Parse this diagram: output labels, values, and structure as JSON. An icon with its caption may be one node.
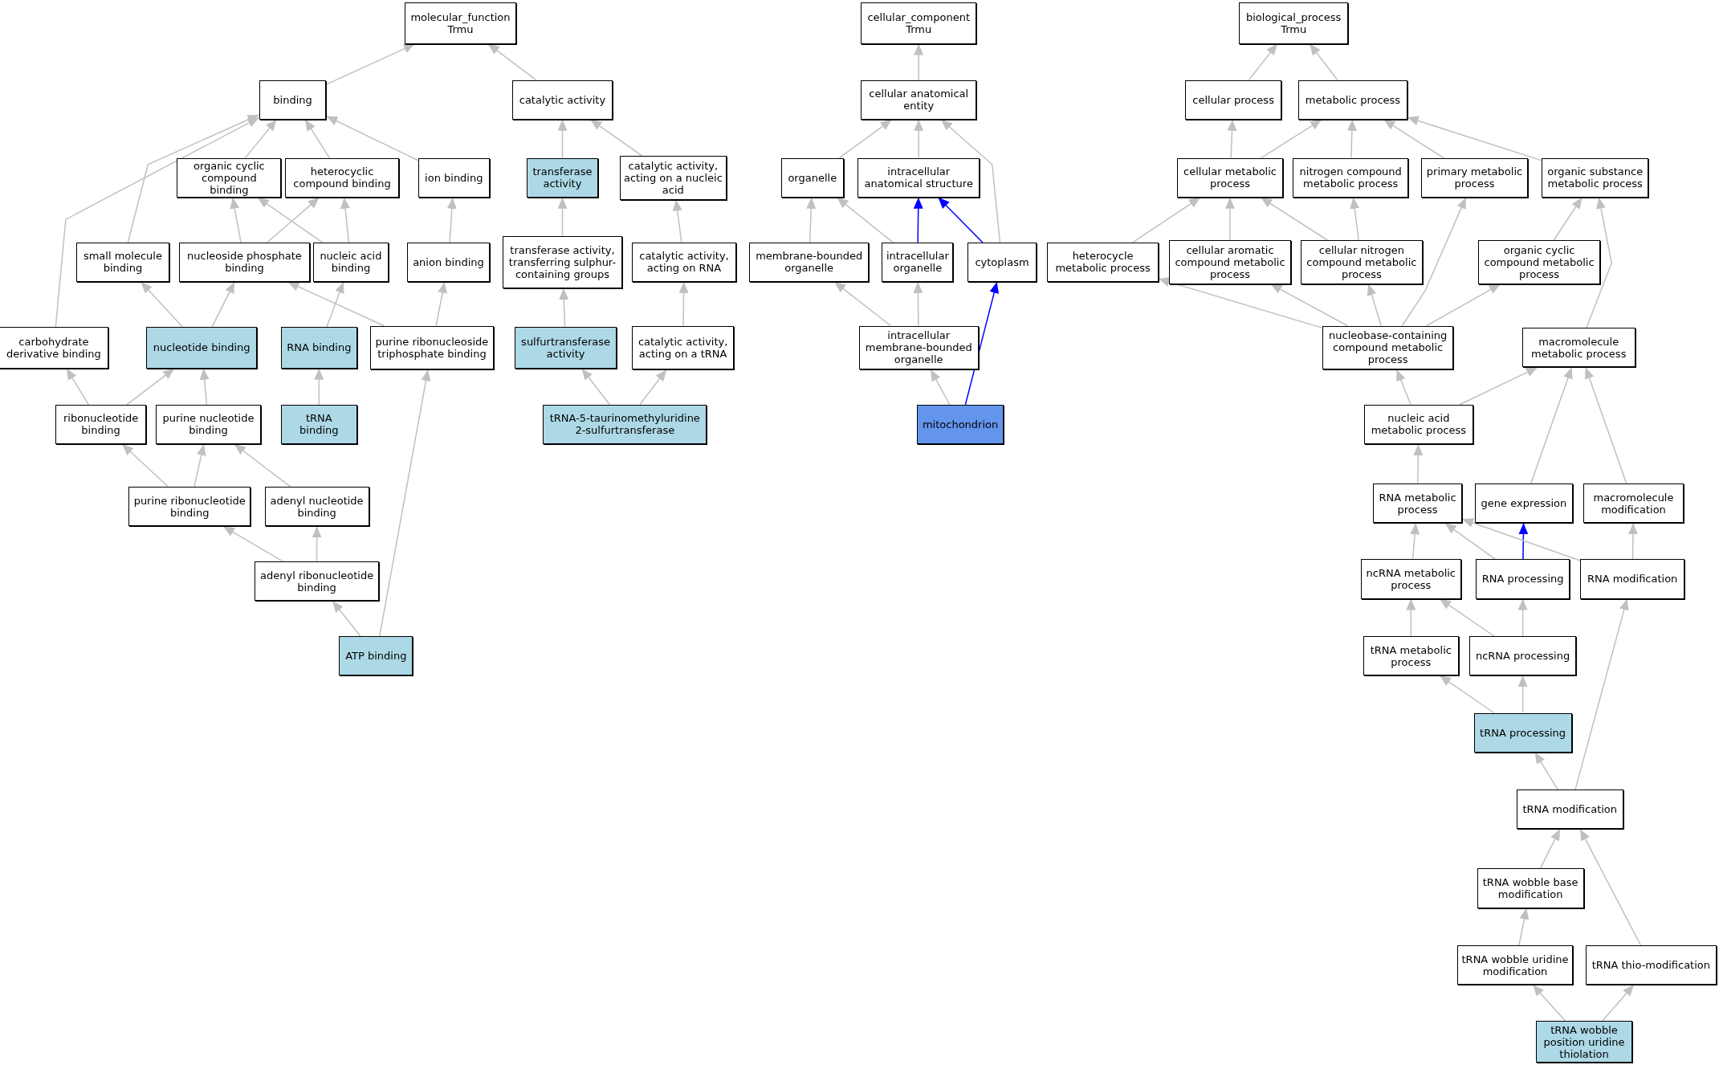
{
  "diagram": {
    "nodes": [
      {
        "text": [
          "molecular_function Trmu"
        ]
      },
      {
        "text": [
          "binding"
        ]
      },
      {
        "text": [
          "catalytic activity"
        ]
      },
      {
        "text": [
          "organic cyclic compound binding"
        ]
      },
      {
        "text": [
          "heterocyclic compound binding"
        ]
      },
      {
        "text": [
          "ion binding"
        ]
      },
      {
        "text": [
          "transferase activity"
        ]
      },
      {
        "text": [
          "catalytic activity, acting on a nucleic acid"
        ]
      },
      {
        "text": [
          "small molecule binding"
        ]
      },
      {
        "text": [
          "nucleoside phosphate binding"
        ]
      },
      {
        "text": [
          "nucleic acid binding"
        ]
      },
      {
        "text": [
          "anion binding"
        ]
      },
      {
        "text": [
          "transferase activity, transferring sulphur-containing groups"
        ]
      },
      {
        "text": [
          "catalytic activity, acting on RNA"
        ]
      },
      {
        "text": [
          "carbohydrate derivative binding"
        ]
      },
      {
        "text": [
          "nucleotide binding"
        ]
      },
      {
        "text": [
          "RNA binding"
        ]
      },
      {
        "text": [
          "purine ribonucleoside triphosphate binding"
        ]
      },
      {
        "text": [
          "sulfurtransferase activity"
        ]
      },
      {
        "text": [
          "catalytic activity, acting on a tRNA"
        ]
      },
      {
        "text": [
          "ribonucleotide binding"
        ]
      },
      {
        "text": [
          "purine nucleotide binding"
        ]
      },
      {
        "text": [
          "tRNA binding"
        ]
      },
      {
        "text": [
          "tRNA-5-taurinomethyluridine 2-sulfurtransferase"
        ]
      },
      {
        "text": [
          "purine ribonucleotide binding"
        ]
      },
      {
        "text": [
          "adenyl nucleotide binding"
        ]
      },
      {
        "text": [
          "adenyl ribonucleotide binding"
        ]
      },
      {
        "text": [
          "ATP binding"
        ]
      },
      {
        "text": [
          "cellular_component Trmu"
        ]
      },
      {
        "text": [
          "cellular anatomical entity"
        ]
      },
      {
        "text": [
          "organelle"
        ]
      },
      {
        "text": [
          "intracellular anatomical structure"
        ]
      },
      {
        "text": [
          "membrane-bounded organelle"
        ]
      },
      {
        "text": [
          "intracellular organelle"
        ]
      },
      {
        "text": [
          "cytoplasm"
        ]
      },
      {
        "text": [
          "intracellular membrane-bounded organelle"
        ]
      },
      {
        "text": [
          "mitochondrion"
        ]
      },
      {
        "text": [
          "biological_process Trmu"
        ]
      },
      {
        "text": [
          "cellular process"
        ]
      },
      {
        "text": [
          "metabolic process"
        ]
      },
      {
        "text": [
          "cellular metabolic process"
        ]
      },
      {
        "text": [
          "nitrogen compound metabolic process"
        ]
      },
      {
        "text": [
          "primary metabolic process"
        ]
      },
      {
        "text": [
          "organic substance metabolic process"
        ]
      },
      {
        "text": [
          "heterocycle metabolic process"
        ]
      },
      {
        "text": [
          "cellular aromatic compound metabolic process"
        ]
      },
      {
        "text": [
          "cellular nitrogen compound metabolic process"
        ]
      },
      {
        "text": [
          "organic cyclic compound metabolic process"
        ]
      },
      {
        "text": [
          "nucleobase-containing compound metabolic process"
        ]
      },
      {
        "text": [
          "macromolecule metabolic process"
        ]
      },
      {
        "text": [
          "nucleic acid metabolic process"
        ]
      },
      {
        "text": [
          "RNA metabolic process"
        ]
      },
      {
        "text": [
          "gene expression"
        ]
      },
      {
        "text": [
          "macromolecule modification"
        ]
      },
      {
        "text": [
          "ncRNA metabolic process"
        ]
      },
      {
        "text": [
          "RNA processing"
        ]
      },
      {
        "text": [
          "RNA modification"
        ]
      },
      {
        "text": [
          "tRNA metabolic process"
        ]
      },
      {
        "text": [
          "ncRNA processing"
        ]
      },
      {
        "text": [
          "tRNA processing"
        ]
      },
      {
        "text": [
          "tRNA modification"
        ]
      },
      {
        "text": [
          "tRNA wobble base modification"
        ]
      },
      {
        "text": [
          "tRNA wobble uridine modification"
        ]
      },
      {
        "text": [
          "tRNA thio-modification"
        ]
      },
      {
        "text": [
          "tRNA wobble position uridine thiolation"
        ]
      }
    ],
    "edges": [
      {
        "from": 1,
        "to": 0,
        "arrow": "to"
      },
      {
        "from": 2,
        "to": 0,
        "arrow": "to"
      },
      {
        "from": 3,
        "to": 1,
        "arrow": "to"
      },
      {
        "from": 4,
        "to": 1,
        "arrow": "to"
      },
      {
        "from": 5,
        "to": 1,
        "arrow": "to"
      },
      {
        "from": 8,
        "to": 1,
        "arrow": "to"
      },
      {
        "from": 14,
        "to": 1,
        "arrow": "to"
      },
      {
        "from": 6,
        "to": 2,
        "arrow": "to"
      },
      {
        "from": 7,
        "to": 2,
        "arrow": "to"
      },
      {
        "from": 9,
        "to": 3,
        "arrow": "to"
      },
      {
        "from": 9,
        "to": 4,
        "arrow": "to"
      },
      {
        "from": 10,
        "to": 3,
        "arrow": "to"
      },
      {
        "from": 10,
        "to": 4,
        "arrow": "to"
      },
      {
        "from": 11,
        "to": 5,
        "arrow": "to"
      },
      {
        "from": 12,
        "to": 6,
        "arrow": "to"
      },
      {
        "from": 13,
        "to": 7,
        "arrow": "to"
      },
      {
        "from": 15,
        "to": 8,
        "arrow": "to"
      },
      {
        "from": 15,
        "to": 9,
        "arrow": "to"
      },
      {
        "from": 16,
        "to": 10,
        "arrow": "to"
      },
      {
        "from": 17,
        "to": 9,
        "arrow": "to"
      },
      {
        "from": 17,
        "to": 11,
        "arrow": "to"
      },
      {
        "from": 18,
        "to": 12,
        "arrow": "to"
      },
      {
        "from": 19,
        "to": 13,
        "arrow": "to"
      },
      {
        "from": 20,
        "to": 14,
        "arrow": "to"
      },
      {
        "from": 20,
        "to": 15,
        "arrow": "to"
      },
      {
        "from": 21,
        "to": 15,
        "arrow": "to"
      },
      {
        "from": 22,
        "to": 16,
        "arrow": "to"
      },
      {
        "from": 23,
        "to": 18,
        "arrow": "to"
      },
      {
        "from": 23,
        "to": 19,
        "arrow": "to"
      },
      {
        "from": 24,
        "to": 20,
        "arrow": "to"
      },
      {
        "from": 24,
        "to": 21,
        "arrow": "to"
      },
      {
        "from": 25,
        "to": 21,
        "arrow": "to"
      },
      {
        "from": 26,
        "to": 24,
        "arrow": "to"
      },
      {
        "from": 26,
        "to": 25,
        "arrow": "to"
      },
      {
        "from": 27,
        "to": 26,
        "arrow": "to"
      },
      {
        "from": 27,
        "to": 17,
        "arrow": "to"
      },
      {
        "from": 29,
        "to": 28,
        "arrow": "to"
      },
      {
        "from": 30,
        "to": 29,
        "arrow": "to"
      },
      {
        "from": 31,
        "to": 29,
        "arrow": "to"
      },
      {
        "from": 34,
        "to": 29,
        "arrow": "to"
      },
      {
        "from": 32,
        "to": 30,
        "arrow": "to"
      },
      {
        "from": 33,
        "to": 30,
        "arrow": "to"
      },
      {
        "from": 33,
        "to": 31,
        "arrow": "to",
        "color": "#0000ff"
      },
      {
        "from": 34,
        "to": 31,
        "arrow": "to",
        "color": "#0000ff"
      },
      {
        "from": 35,
        "to": 32,
        "arrow": "to"
      },
      {
        "from": 35,
        "to": 33,
        "arrow": "to"
      },
      {
        "from": 36,
        "to": 35,
        "arrow": "to"
      },
      {
        "from": 36,
        "to": 34,
        "arrow": "to",
        "color": "#0000ff"
      },
      {
        "from": 38,
        "to": 37,
        "arrow": "to"
      },
      {
        "from": 39,
        "to": 37,
        "arrow": "to"
      },
      {
        "from": 40,
        "to": 38,
        "arrow": "to"
      },
      {
        "from": 40,
        "to": 39,
        "arrow": "to"
      },
      {
        "from": 41,
        "to": 39,
        "arrow": "to"
      },
      {
        "from": 42,
        "to": 39,
        "arrow": "to"
      },
      {
        "from": 43,
        "to": 39,
        "arrow": "to"
      },
      {
        "from": 44,
        "to": 40,
        "arrow": "to"
      },
      {
        "from": 45,
        "to": 40,
        "arrow": "to"
      },
      {
        "from": 46,
        "to": 40,
        "arrow": "to"
      },
      {
        "from": 46,
        "to": 41,
        "arrow": "to"
      },
      {
        "from": 47,
        "to": 43,
        "arrow": "to"
      },
      {
        "from": 48,
        "to": 44,
        "arrow": "to"
      },
      {
        "from": 48,
        "to": 45,
        "arrow": "to"
      },
      {
        "from": 48,
        "to": 46,
        "arrow": "to"
      },
      {
        "from": 48,
        "to": 42,
        "arrow": "to"
      },
      {
        "from": 48,
        "to": 47,
        "arrow": "to"
      },
      {
        "from": 49,
        "to": 43,
        "arrow": "to"
      },
      {
        "from": 50,
        "to": 48,
        "arrow": "to"
      },
      {
        "from": 50,
        "to": 49,
        "arrow": "to"
      },
      {
        "from": 51,
        "to": 50,
        "arrow": "to"
      },
      {
        "from": 52,
        "to": 49,
        "arrow": "to"
      },
      {
        "from": 53,
        "to": 49,
        "arrow": "to"
      },
      {
        "from": 54,
        "to": 51,
        "arrow": "to"
      },
      {
        "from": 55,
        "to": 51,
        "arrow": "to"
      },
      {
        "from": 55,
        "to": 52,
        "arrow": "to",
        "color": "#0000ff"
      },
      {
        "from": 56,
        "to": 51,
        "arrow": "to"
      },
      {
        "from": 56,
        "to": 53,
        "arrow": "to"
      },
      {
        "from": 57,
        "to": 54,
        "arrow": "to"
      },
      {
        "from": 58,
        "to": 54,
        "arrow": "to"
      },
      {
        "from": 58,
        "to": 55,
        "arrow": "to"
      },
      {
        "from": 59,
        "to": 57,
        "arrow": "to"
      },
      {
        "from": 59,
        "to": 58,
        "arrow": "to"
      },
      {
        "from": 60,
        "to": 59,
        "arrow": "to"
      },
      {
        "from": 60,
        "to": 56,
        "arrow": "to"
      },
      {
        "from": 61,
        "to": 60,
        "arrow": "to"
      },
      {
        "from": 63,
        "to": 60,
        "arrow": "to"
      },
      {
        "from": 62,
        "to": 61,
        "arrow": "to"
      },
      {
        "from": 64,
        "to": 62,
        "arrow": "to"
      },
      {
        "from": 64,
        "to": 63,
        "arrow": "to"
      }
    ]
  }
}
